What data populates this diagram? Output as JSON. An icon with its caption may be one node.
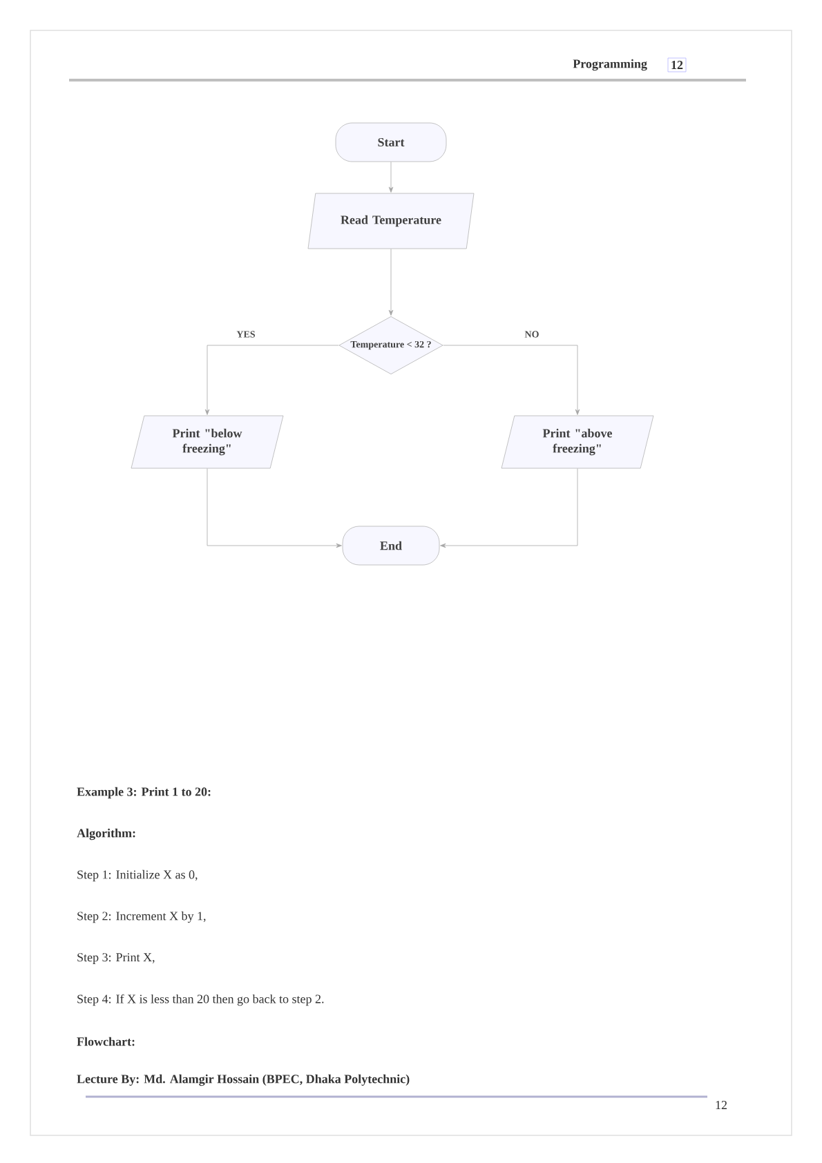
{
  "diagram": {
    "nodes": [
      {
        "text": [
          "Start"
        ]
      },
      {
        "text": [
          "Read Temperature"
        ]
      },
      {
        "text": [
          "Temperature < 32 ?"
        ]
      },
      {
        "text": [
          "Print \"below freezing\""
        ]
      },
      {
        "text": [
          "Print \"above freezing\""
        ]
      },
      {
        "text": [
          "End"
        ]
      }
    ],
    "edges": [
      {
        "from": 0,
        "to": 1,
        "arrow": "to"
      },
      {
        "from": 1,
        "to": 2,
        "arrow": "to"
      },
      {
        "from": 2,
        "to": 3,
        "label": "YES",
        "arrow": "to"
      },
      {
        "from": 2,
        "to": 4,
        "label": "NO",
        "arrow": "to"
      },
      {
        "from": 3,
        "to": 5,
        "arrow": "to"
      },
      {
        "from": 4,
        "to": 5,
        "arrow": "to"
      }
    ],
    "labels": [
      "Programming",
      "12",
      "Example 3: Print 1 to 20:",
      "Algorithm:",
      "Step 1: Initialize X as 0,",
      "Step 2: Increment X by 1,",
      "Step 3: Print X,",
      "Step 4: If X is less than 20 then go back to step 2.",
      "Flowchart:",
      "Lecture By: Md. Alamgir Hossain (BPEC, Dhaka Polytechnic)",
      "12"
    ]
  }
}
